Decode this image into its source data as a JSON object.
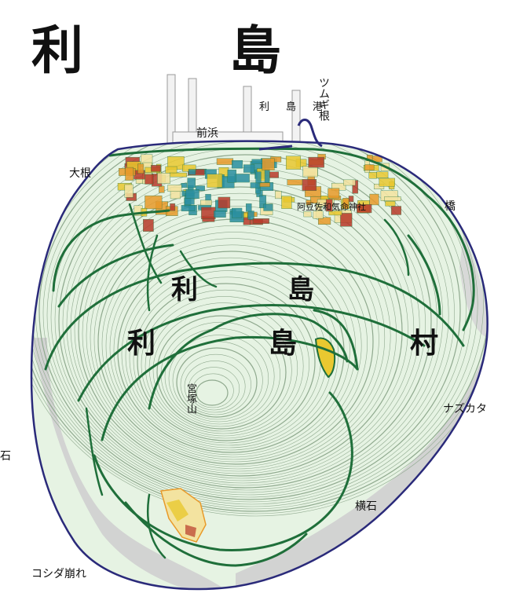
{
  "map": {
    "title": "利　島",
    "island_name": "利　島",
    "village_name": "利　島　村",
    "peak": "宮塚山",
    "port": "利　島　港",
    "settlement": "前浜",
    "shrine": "阿豆佐和気命神社",
    "places": {
      "tsumugi_ne": "ツムギ根",
      "oone": "大根",
      "hashi": "橋",
      "nazukata": "ナズカタ",
      "kameishi": "亀石",
      "yokoishi": "横石",
      "koshida": "コシダ崩れ"
    },
    "colors": {
      "coast": "#2a2a7a",
      "land": "#e6f3e3",
      "contour": "#8fa98e",
      "road": "#1f6f3a",
      "cliff": "#c8c8c8",
      "built": "#2a8fa0",
      "field": "#e9c830",
      "orange": "#e89a2a",
      "red": "#b83a2a"
    }
  }
}
